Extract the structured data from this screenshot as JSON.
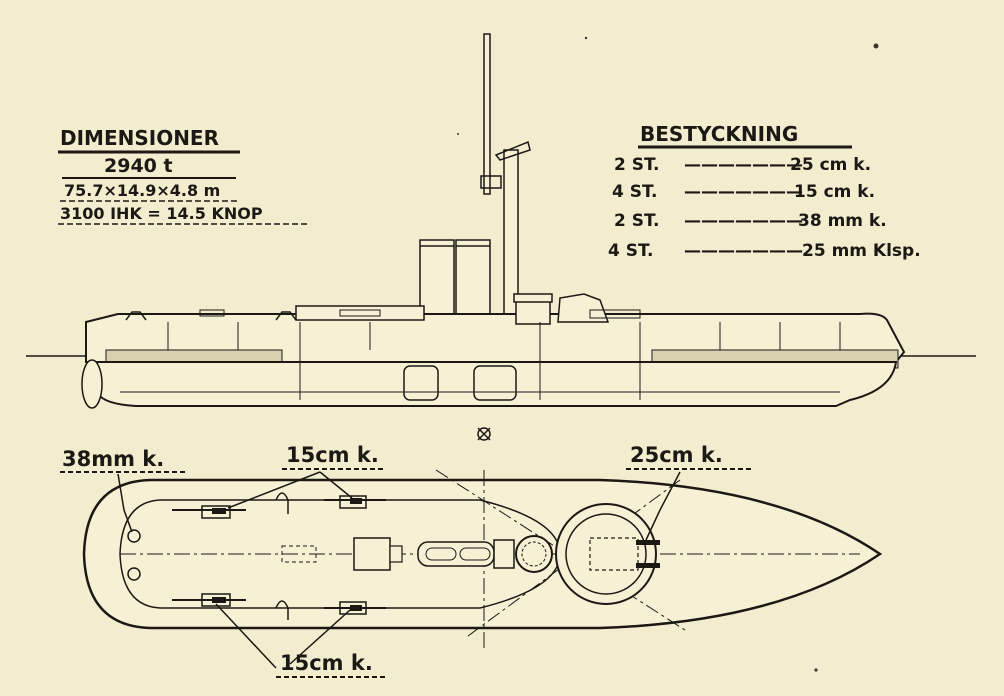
{
  "dimensions": {
    "heading": "DIMENSIONER",
    "displacement": "2940 t",
    "size": "75.7×14.9×4.8 m",
    "power": "3100 IHK = 14.5 KNOP"
  },
  "armament": {
    "heading": "BESTYCKNING",
    "rows": [
      {
        "count": "2 ST.",
        "dashes": "———————",
        "weapon": "25 cm k."
      },
      {
        "count": "4 ST.",
        "dashes": "———————",
        "weapon": "15 cm k."
      },
      {
        "count": "2 ST.",
        "dashes": "———————",
        "weapon": "38 mm k."
      },
      {
        "count": "4 ST.",
        "dashes": "———————",
        "weapon": "25 mm Klsp."
      }
    ]
  },
  "plan_labels": {
    "gun_38mm": "38mm k.",
    "gun_15cm_top": "15cm k.",
    "gun_25cm": "25cm k.",
    "gun_15cm_bottom": "15cm k."
  },
  "colors": {
    "paper": "#f3edcf",
    "ink": "#1c1915"
  }
}
